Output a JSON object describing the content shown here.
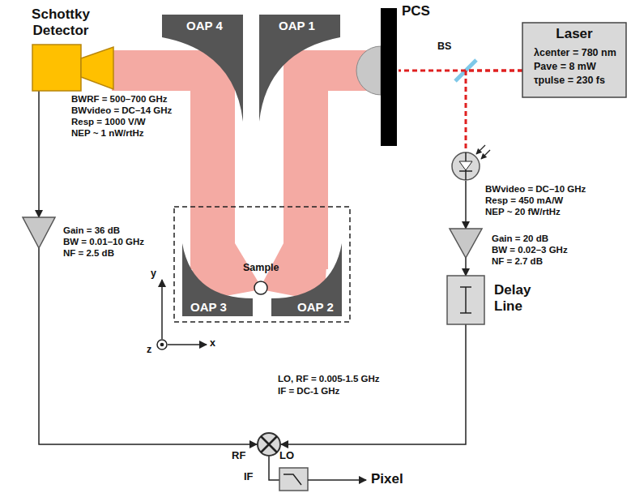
{
  "diagram": {
    "nodes": [
      {
        "text": [
          "Schottky Detector",
          "BWRF = 500–700 GHz",
          "BWvideo = DC–14 GHz",
          "Resp = 1000 V/W",
          "NEP ~ 1 nW/rtHz"
        ]
      },
      {
        "text": [
          "OAP 4"
        ]
      },
      {
        "text": [
          "OAP 1"
        ]
      },
      {
        "text": [
          "PCS"
        ]
      },
      {
        "text": [
          "Laser",
          "λcenter = 780 nm",
          "Pave = 8 mW",
          "τpulse = 230 fs"
        ]
      },
      {
        "text": [
          "OAP 3"
        ]
      },
      {
        "text": [
          "OAP 2"
        ]
      },
      {
        "text": [
          "BWvideo = DC–10 GHz",
          "Resp = 450 mA/W",
          "NEP ~ 20 fW/rtHz"
        ]
      },
      {
        "text": [
          "Gain = 36 dB",
          "BW = 0.01–10 GHz",
          "NF = 2.5 dB"
        ]
      },
      {
        "text": [
          "Gain = 20 dB",
          "BW = 0.02–3 GHz",
          "NF = 2.7 dB"
        ]
      },
      {
        "text": [
          "Delay Line"
        ]
      },
      {
        "text": [
          "LO, RF = 0.005-1.5 GHz",
          "IF = DC-1 GHz",
          "RF",
          "LO",
          "IF"
        ]
      }
    ],
    "edges": [
      {
        "from": 0,
        "to": 8,
        "arrow": "to"
      },
      {
        "from": 8,
        "to": 11,
        "arrow": "to"
      },
      {
        "from": 4,
        "to": 3,
        "arrow": "none"
      },
      {
        "from": 4,
        "to": 7,
        "arrow": "none"
      },
      {
        "from": 7,
        "to": 9,
        "arrow": "to"
      },
      {
        "from": 9,
        "to": 10,
        "arrow": "to"
      },
      {
        "from": 10,
        "to": 11,
        "arrow": "to"
      }
    ],
    "labels": [
      "BS",
      "Sample",
      "y",
      "x",
      "z",
      "Pixel"
    ]
  }
}
